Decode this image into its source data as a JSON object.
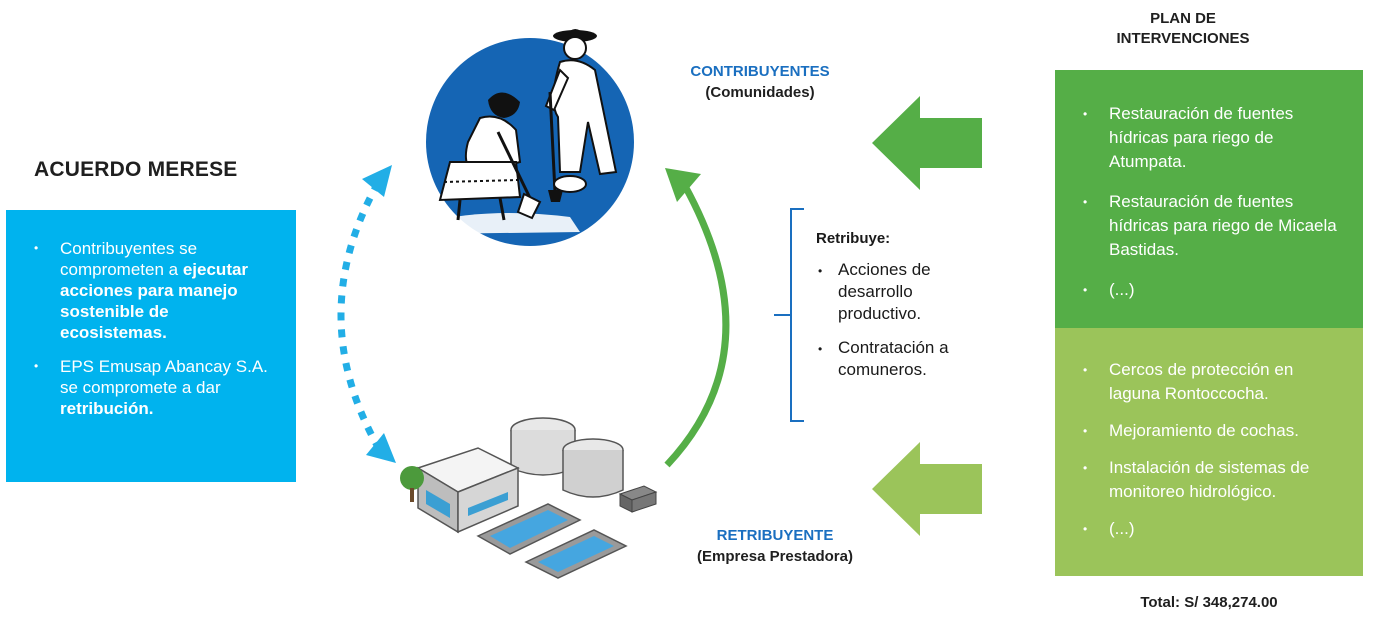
{
  "agreement": {
    "title": "ACUERDO MERESE",
    "item1_pre": "Contribuyentes se comprometen a ",
    "item1_bold": "ejecutar acciones para manejo sostenible de ecosistemas.",
    "item2_pre": "EPS Emusap Abancay S.A. se compromete a dar ",
    "item2_bold": "retribución."
  },
  "contributors": {
    "title": "CONTRIBUYENTES",
    "subtitle": "(Comunidades)"
  },
  "retributor": {
    "title": "RETRIBUYENTE",
    "subtitle": "(Empresa Prestadora)"
  },
  "retribuye": {
    "heading": "Retribuye:",
    "items": [
      "Acciones de desarrollo productivo.",
      "Contratación a comuneros."
    ]
  },
  "plan": {
    "title": "PLAN DE INTERVENCIONES",
    "group1": [
      "Restauración de fuentes hídricas para riego de Atumpata.",
      "Restauración de fuentes hídricas para riego de Micaela Bastidas.",
      "(...)"
    ],
    "group2": [
      "Cercos de protección en laguna Rontoccocha.",
      "Mejoramiento de cochas.",
      "Instalación de sistemas de monitoreo hidrológico.",
      "(...)"
    ],
    "total": "Total: S/ 348,274.00"
  },
  "colors": {
    "cyan_box": "#00b3ee",
    "green_dark": "#55ae47",
    "green_light": "#9bc45a",
    "blue_text": "#1a6fc0",
    "circle_blue": "#1565b4"
  },
  "icons": {
    "community": "farmers-working-icon",
    "utility": "water-treatment-plant-icon"
  }
}
